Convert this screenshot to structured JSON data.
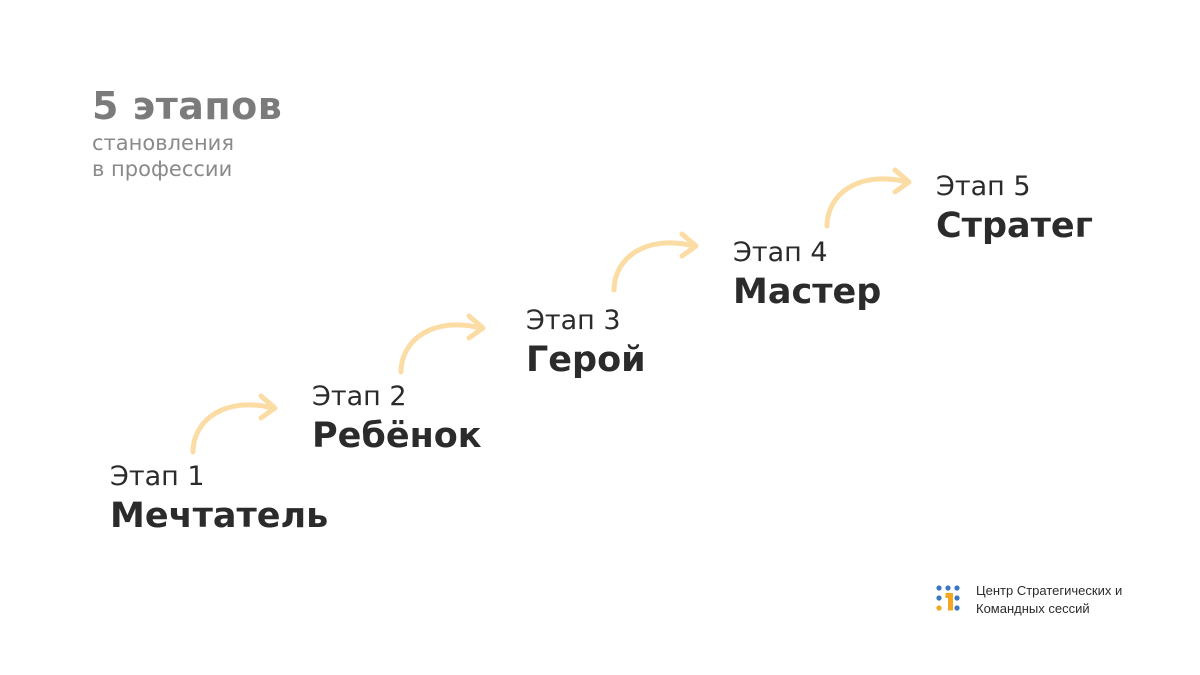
{
  "heading": {
    "title": "5 этапов",
    "subtitle_line1": "становления",
    "subtitle_line2": "в профессии"
  },
  "stages": [
    {
      "number": "Этап 1",
      "name": "Мечтатель"
    },
    {
      "number": "Этап 2",
      "name": "Ребёнок"
    },
    {
      "number": "Этап 3",
      "name": "Герой"
    },
    {
      "number": "Этап 4",
      "name": "Мастер"
    },
    {
      "number": "Этап 5",
      "name": "Стратег"
    }
  ],
  "footer": {
    "line1": "Центр Стратегических и",
    "line2": "Командных сессий"
  },
  "colors": {
    "arrow": "#fbdca4",
    "logo_blue": "#3a78c2",
    "logo_orange": "#f5a623"
  }
}
